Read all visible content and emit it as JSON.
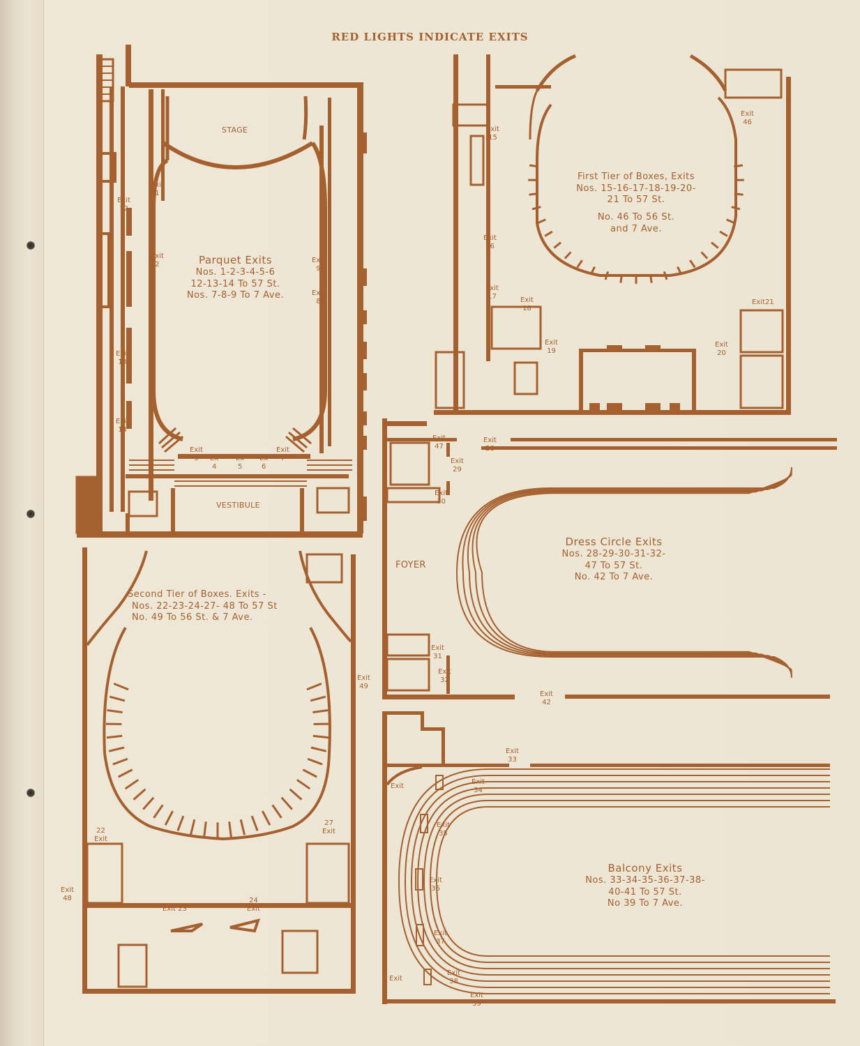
{
  "header": "RED LIGHTS INDICATE EXITS",
  "parquet": {
    "title": "Parquet Exits",
    "lines": [
      "Nos. 1-2-3-4-5-6",
      "12-13-14 To 57 St.",
      "Nos. 7-8-9 To 7 Ave."
    ],
    "stage": "STAGE",
    "vestibule": "VESTIBULE",
    "exits": [
      {
        "word": "Exit",
        "num": "1"
      },
      {
        "word": "Exit",
        "num": "2"
      },
      {
        "word": "Exit",
        "num": "9"
      },
      {
        "word": "Exit",
        "num": "8"
      },
      {
        "word": "Exit",
        "num": "12"
      },
      {
        "word": "Exit",
        "num": "13"
      },
      {
        "word": "Exit",
        "num": "14"
      },
      {
        "word": "Exit",
        "num": "3"
      },
      {
        "word": "Ex",
        "num": "4"
      },
      {
        "word": "Ex",
        "num": "5"
      },
      {
        "word": "Ex",
        "num": "6"
      },
      {
        "word": "Exit",
        "num": "7"
      }
    ]
  },
  "first_tier": {
    "title": "First Tier of Boxes, Exits",
    "lines": [
      "Nos. 15-16-17-18-19-20-",
      "21 To 57 St.",
      "No. 46 To 56 St.",
      "and 7 Ave."
    ],
    "exits": [
      {
        "word": "Exit",
        "num": "15"
      },
      {
        "word": "Exit",
        "num": "16"
      },
      {
        "word": "Exit",
        "num": "17"
      },
      {
        "word": "Exit",
        "num": "18"
      },
      {
        "word": "Exit",
        "num": "19"
      },
      {
        "word": "Exit",
        "num": "20"
      },
      {
        "word": "Exit",
        "num": "21"
      },
      {
        "word": "Exit",
        "num": "46"
      }
    ]
  },
  "second_tier": {
    "title": "Second Tier of Boxes. Exits -",
    "lines": [
      "Nos. 22-23-24-27- 48 To 57 St",
      "No. 49 To 56 St. & 7 Ave."
    ],
    "exits": [
      {
        "word": "Exit",
        "num": "49"
      },
      {
        "word": "Exit",
        "num": "22"
      },
      {
        "word": "Exit",
        "num": "27"
      },
      {
        "word": "Exit",
        "num": "48"
      },
      {
        "word": "Exit",
        "num": "23"
      },
      {
        "word": "Exit",
        "num": "24"
      }
    ]
  },
  "dress_circle": {
    "title": "Dress Circle Exits",
    "lines": [
      "Nos. 28-29-30-31-32-",
      "47 To 57 St.",
      "No. 42 To 7 Ave."
    ],
    "foyer": "FOYER",
    "exits": [
      {
        "word": "Exit",
        "num": "47"
      },
      {
        "word": "Exit",
        "num": "28"
      },
      {
        "word": "Exit",
        "num": "29"
      },
      {
        "word": "Exit",
        "num": "30"
      },
      {
        "word": "Exit",
        "num": "31"
      },
      {
        "word": "Exit",
        "num": "32"
      },
      {
        "word": "Exit",
        "num": "42"
      }
    ]
  },
  "balcony": {
    "title": "Balcony Exits",
    "lines": [
      "Nos. 33-34-35-36-37-38-",
      "40-41 To 57 St.",
      "No 39 To 7 Ave."
    ],
    "exits": [
      {
        "word": "Exit",
        "num": "33"
      },
      {
        "word": "Exit",
        "num": "34"
      },
      {
        "word": "Exit",
        "num": "35"
      },
      {
        "word": "Exit",
        "num": "36"
      },
      {
        "word": "Exit",
        "num": "37"
      },
      {
        "word": "Exit",
        "num": "38"
      },
      {
        "word": "Exit",
        "num": "39"
      },
      {
        "word": "Exit",
        "num": ""
      },
      {
        "word": "Exit",
        "num": ""
      }
    ]
  }
}
